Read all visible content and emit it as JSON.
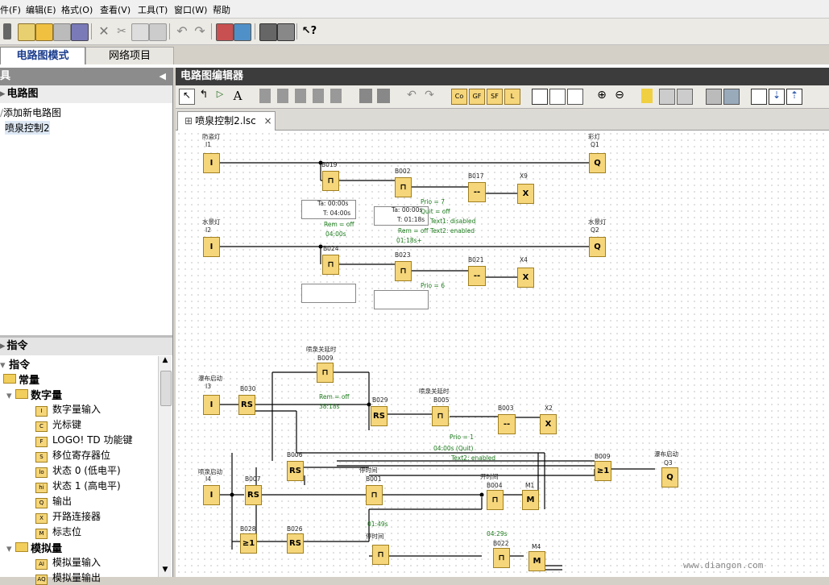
{
  "menu": [
    "件(F)",
    "编辑(E)",
    "格式(O)",
    "查看(V)",
    "工具(T)",
    "窗口(W)",
    "帮助"
  ],
  "mode_tabs": {
    "active": "电路图模式",
    "inactive": "网络项目"
  },
  "left": {
    "tools_header": "具",
    "circuit_header": "电路图",
    "circuit_items": [
      "添加新电路图",
      "喷泉控制2"
    ],
    "instr_header": "指令",
    "instr_root": "指令",
    "groups": {
      "constants": "常量",
      "digital": "数字量",
      "analog": "模拟量"
    },
    "digital_items": [
      {
        "code": "I",
        "label": "数字量输入"
      },
      {
        "code": "C",
        "label": "光标键"
      },
      {
        "code": "F",
        "label": "LOGO! TD 功能键"
      },
      {
        "code": "S",
        "label": "移位寄存器位"
      },
      {
        "code": "lo",
        "label": "状态 0 (低电平)"
      },
      {
        "code": "hi",
        "label": "状态 1 (高电平)"
      },
      {
        "code": "Q",
        "label": "输出"
      },
      {
        "code": "X",
        "label": "开路连接器"
      },
      {
        "code": "M",
        "label": "标志位"
      }
    ],
    "analog_items": [
      {
        "code": "AI",
        "label": "模拟量输入"
      },
      {
        "code": "AQ",
        "label": "模拟量输出"
      }
    ]
  },
  "editor": {
    "title": "电路图编辑器",
    "doc_tab": "喷泉控制2.lsc",
    "close": "×"
  },
  "diagram": {
    "texts": {
      "l1": "防盗灯",
      "i1": "I1",
      "l2": "彩灯",
      "q1": "Q1",
      "b019": "B019",
      "b002": "B002",
      "b017": "B017",
      "x9": "X9",
      "ta1": "Ta: 00:00s",
      "t1": "T: 04:00s",
      "rem1": "Rem = off",
      "r1": "04:00s",
      "ta2": "Ta: 00:00s",
      "t2": "T: 01:18s",
      "rem2": "Rem = off",
      "r2": "01:18s+",
      "prio1": "Prio = 7",
      "quit1": "Quit = off",
      "text1": "Text1: disabled",
      "text2": "Text2: enabled",
      "l3": "水景灯",
      "i2": "I2",
      "l4": "水景灯",
      "q2": "Q2",
      "b024": "B024",
      "b023": "B023",
      "b021": "B021",
      "x4": "X4",
      "prio2": "Prio = 6",
      "l5": "喷泉关延时",
      "b009a": "B009",
      "l6": "瀑布启动",
      "i3": "I3",
      "b030": "B030",
      "b029": "B029",
      "l7": "喷泉关延时",
      "b005": "B005",
      "b003": "B003",
      "x2": "X2",
      "rem3": "Rem = off",
      "r3": "38:18s",
      "prio3": "Prio = 1",
      "d1": "04:00s (Quit)",
      "d2": "Text2: enabled",
      "b006": "B006",
      "b009": "B009",
      "l8": "瀑布启动",
      "q3": "Q3",
      "l9": "喷泉启动",
      "i4": "I4",
      "b007": "B007",
      "l10": "停时间",
      "b001": "B001",
      "l11": "开时间",
      "b004": "B004",
      "m1": "M1",
      "r4": "01:49s",
      "b028": "B028",
      "b026": "B026",
      "l12": "停时间",
      "b022": "B022",
      "m4": "M4",
      "r5": "04:29s",
      "rs": "RS",
      "ge1": "≥1",
      "wm": "www.diangon.com"
    }
  },
  "colors": {
    "block": "#f6d67a",
    "header_dark": "#3c3c3c",
    "green": "#1b7a1b"
  }
}
